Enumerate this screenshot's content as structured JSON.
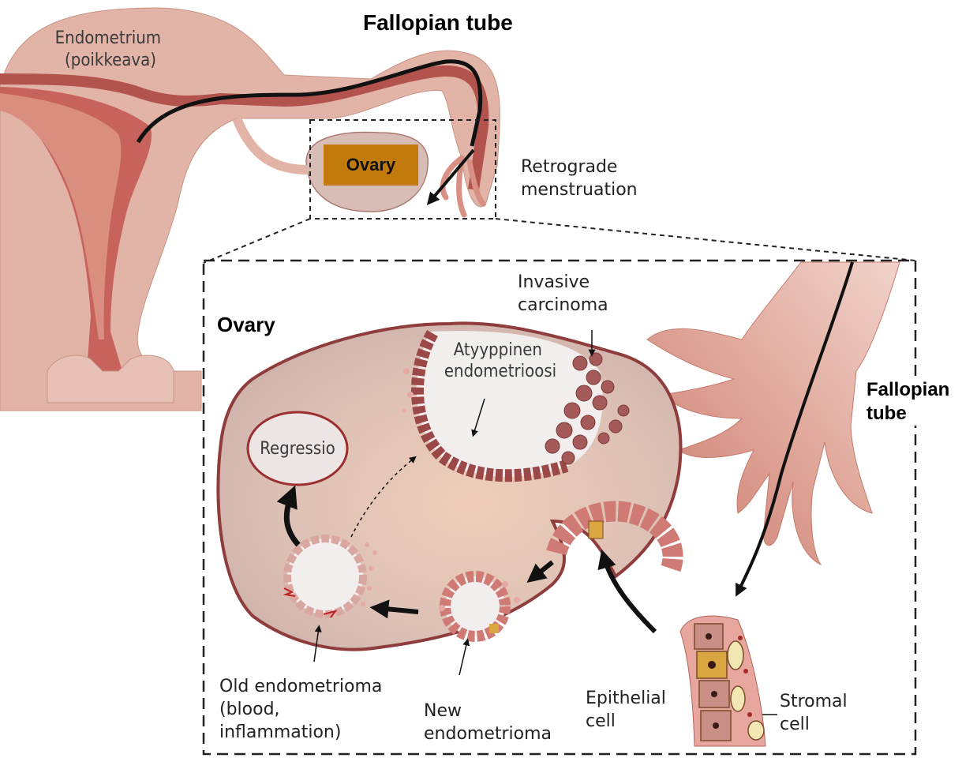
{
  "title": "Fallopian tube",
  "uterus": {
    "endometrium_label": "Endometrium\n(poikkeava)"
  },
  "ovary_box_label": "Ovary",
  "retrograde_label": "Retrograde\nmenstruation",
  "detail": {
    "ovary_label": "Ovary",
    "invasive_label": "Invasive\ncarcinoma",
    "atypical_label": "Atyyppinen\nendometrioosi",
    "regressio_label": "Regressio",
    "fallopian_label": "Fallopian\ntube",
    "old_label": "Old endometrioma\n(blood,\ninflammation)",
    "new_label": "New\nendometrioma",
    "epithelial_label": "Epithelial\ncell",
    "stromal_label": "Stromal\ncell"
  },
  "colors": {
    "tissue": "#d9a79b",
    "tissue_dark": "#9c3b3b",
    "ovary_fill": "#d7c2bd",
    "cell": "#c9837c",
    "accent_box": "#c27a0d"
  }
}
